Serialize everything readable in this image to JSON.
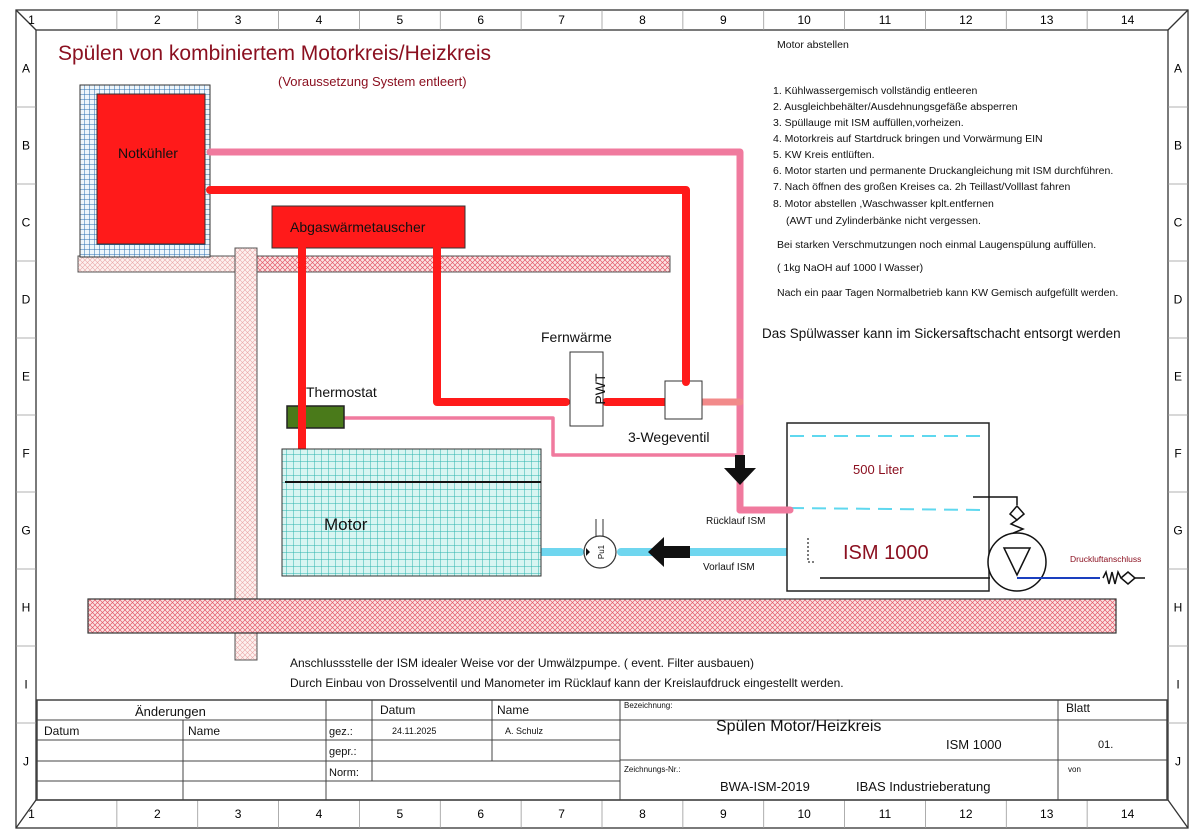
{
  "frame": {
    "columns": [
      "1",
      "2",
      "3",
      "4",
      "5",
      "6",
      "7",
      "8",
      "9",
      "10",
      "11",
      "12",
      "13",
      "14"
    ],
    "rows": [
      "A",
      "B",
      "C",
      "D",
      "E",
      "F",
      "G",
      "H",
      "I",
      "J"
    ]
  },
  "title": "Spülen von kombiniertem Motorkreis/Heizkreis",
  "subtitle": "(Voraussetzung System entleert)",
  "instructions": {
    "heading": "Motor abstellen",
    "steps": [
      "1. Kühlwassergemisch vollständig entleeren",
      "2. Ausgleichbehälter/Ausdehnungsgefäße absperren",
      "3. Spüllauge mit ISM auffüllen,vorheizen.",
      "4. Motorkreis auf Startdruck bringen und Vorwärmung EIN",
      "5. KW Kreis entlüften.",
      "6. Motor starten und permanente Druckangleichung mit ISM durchführen.",
      "7. Nach öffnen des großen Kreises ca. 2h Teillast/Volllast fahren",
      "8. Motor abstellen ,Waschwasser kplt.entfernen",
      "(AWT und Zylinderbänke nicht vergessen."
    ],
    "note1": "Bei starken Verschmutzungen noch einmal Laugenspülung auffüllen.",
    "note2": "( 1kg NaOH auf 1000 l Wasser)",
    "note3": "Nach ein paar Tagen Normalbetrieb kann KW Gemisch aufgefüllt werden.",
    "disposal": "Das Spülwasser kann im Sickersaftschacht  entsorgt werden"
  },
  "components": {
    "notkuehler": "Notkühler",
    "abgas": "Abgaswärmetauscher",
    "fernwaerme": "Fernwärme",
    "pwt": "PWT",
    "thermostat": "Thermostat",
    "wegeventil": "3-Wegeventil",
    "motor": "Motor",
    "pump": "Pu1",
    "ruecklauf": "Rücklauf ISM",
    "vorlauf": "Vorlauf ISM",
    "tank_volume": "500 Liter",
    "tank_name": "ISM 1000",
    "druckluft": "Druckluftanschluss"
  },
  "footnotes": [
    "Anschlussstelle der ISM idealer Weise vor der Umwälzpumpe.    ( event. Filter ausbauen)",
    "Durch Einbau von Drosselventil und Manometer im Rücklauf kann der Kreislaufdruck eingestellt werden."
  ],
  "titleblock": {
    "aenderungen": "Änderungen",
    "datum": "Datum",
    "name": "Name",
    "gez": "gez.:",
    "gepr": "gepr.:",
    "norm": "Norm:",
    "gez_datum": "24.11.2025",
    "gez_name": "A. Schulz",
    "bezeichnung_label": "Bezeichnung:",
    "bezeichnung": "Spülen Motor/Heizkreis",
    "bezeichnung_sub": "ISM 1000",
    "blatt_label": "Blatt",
    "blatt": "01.",
    "von_label": "von",
    "zeichnungsnr_label": "Zeichnungs-Nr.:",
    "zeichnungsnr": "BWA-ISM-2019",
    "company": "IBAS Industrieberatung"
  },
  "colors": {
    "hot": "#ff1a1a",
    "return": "#f07a9e",
    "supply": "#6fd6ef",
    "title": "#8b1020",
    "thermostat": "#4a7a1a",
    "motor": "#bff0ec"
  }
}
